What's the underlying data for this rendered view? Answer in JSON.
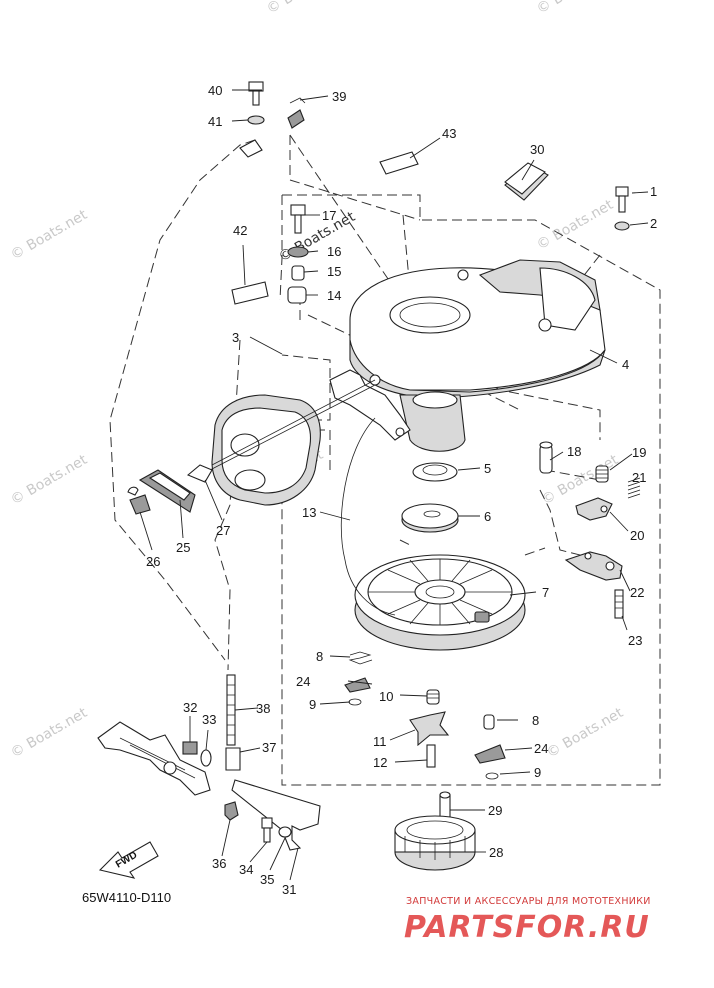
{
  "diagram": {
    "code": "65W4110-D110",
    "watermark_text": "© Boats.net",
    "brand_tagline": "ЗАПЧАСТИ И АКСЕССУАРЫ ДЛЯ МОТОТЕХНИКИ",
    "brand_logo": "PARTSFOR.RU",
    "fwd_label": "FWD",
    "part_numbers": [
      "1",
      "2",
      "3",
      "4",
      "5",
      "6",
      "7",
      "8",
      "8",
      "9",
      "9",
      "10",
      "11",
      "12",
      "13",
      "14",
      "15",
      "16",
      "17",
      "18",
      "19",
      "20",
      "21",
      "22",
      "23",
      "24",
      "24",
      "25",
      "26",
      "27",
      "28",
      "29",
      "30",
      "31",
      "32",
      "33",
      "34",
      "35",
      "36",
      "37",
      "38",
      "39",
      "40",
      "41",
      "42",
      "43"
    ]
  },
  "colors": {
    "line": "#222222",
    "watermark": "#c9c9c9",
    "brand": "#e03b3b"
  }
}
